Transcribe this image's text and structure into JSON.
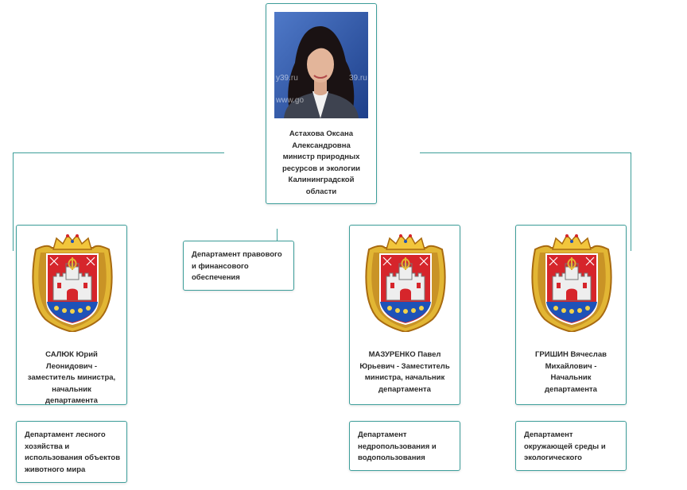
{
  "minister": {
    "name": "Астахова Оксана Александровна министр природных ресурсов и экологии Калининградской области",
    "photo_watermark_1": "y39.ru",
    "photo_watermark_2": "39.ru",
    "photo_watermark_3": "www.go"
  },
  "deputies": [
    {
      "name": "САЛЮК Юрий Леонидович - заместитель министра, начальник департамента",
      "crest_icon": "kaliningrad-coat-of-arms-icon"
    },
    {
      "name": "МАЗУРЕНКО Павел Юрьевич - Заместитель министра, начальник департамента",
      "crest_icon": "kaliningrad-coat-of-arms-icon"
    },
    {
      "name": "ГРИШИН Вячеслав Михайлович - Начальник департамента",
      "crest_icon": "kaliningrad-coat-of-arms-icon"
    }
  ],
  "departments": [
    {
      "label": "Департамент правового и финансового обеспечения"
    },
    {
      "label": "Департамент лесного хозяйства и использования объектов животного мира"
    },
    {
      "label": "Департамент недропользования и водопользования"
    },
    {
      "label": "Департамент окружающей среды и экологического"
    }
  ],
  "colors": {
    "connector": "#3d9e9a",
    "crest_red": "#d6252b",
    "crest_gold": "#e2b634",
    "crest_blue": "#1e52b8"
  }
}
